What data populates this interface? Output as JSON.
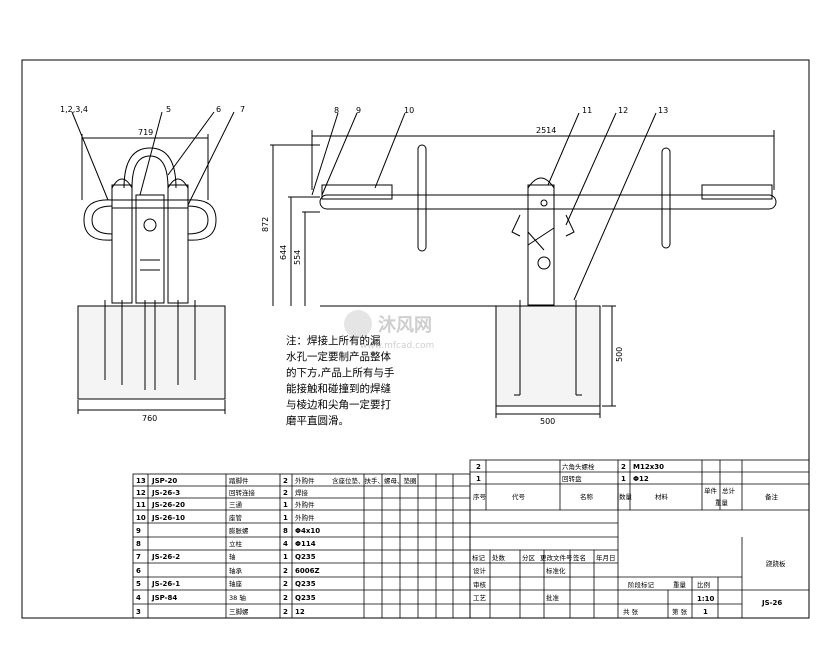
{
  "dimensions": {
    "front_width_top": "719",
    "front_base_width": "760",
    "side_total_length": "2514",
    "side_height": "872",
    "side_seat_height": "644",
    "side_handle_height": "554",
    "side_base_height": "500",
    "side_base_width": "500"
  },
  "callouts": [
    "1,2,3,4",
    "5",
    "6",
    "7",
    "8",
    "9",
    "10",
    "11",
    "12",
    "13"
  ],
  "note": {
    "lines": [
      "注：焊接上所有的漏",
      "水孔一定要制产品整体",
      "的下方,产品上所有与手",
      "能接触和碰撞到的焊缝",
      "与棱边和尖角一定要打",
      "磨平直圆滑。"
    ]
  },
  "watermark": {
    "name": "沐风网",
    "url": "www.mfcad.com"
  },
  "parts_rows": [
    {
      "no": "13",
      "code": "JSP-20",
      "name": "踏脚件",
      "qty": "2",
      "material": "外购件",
      "remark": "含座位垫、扶手、螺母、垫圈"
    },
    {
      "no": "12",
      "code": "JS-26-3",
      "name": "回转连接",
      "qty": "2",
      "material": "焊接",
      "remark": ""
    },
    {
      "no": "11",
      "code": "JS-26-20",
      "name": "三通",
      "qty": "1",
      "material": "外购件",
      "remark": ""
    },
    {
      "no": "10",
      "code": "JS-26-10",
      "name": "座管",
      "qty": "1",
      "material": "外购件",
      "remark": ""
    },
    {
      "no": "9",
      "code": "",
      "name": "膨胀螺",
      "qty": "8",
      "material": "Φ4x10",
      "remark": ""
    },
    {
      "no": "8",
      "code": "",
      "name": "立柱",
      "qty": "4",
      "material": "Φ114",
      "remark": ""
    },
    {
      "no": "7",
      "code": "JS-26-2",
      "name": "轴",
      "qty": "1",
      "material": "Q235",
      "remark": ""
    },
    {
      "no": "6",
      "code": "",
      "name": "轴承",
      "qty": "2",
      "material": "6006Z",
      "remark": ""
    },
    {
      "no": "5",
      "code": "JS-26-1",
      "name": "轴座",
      "qty": "2",
      "material": "Q235",
      "remark": ""
    },
    {
      "no": "4",
      "code": "JSP-84",
      "name": "38 轴",
      "qty": "2",
      "material": "Q235",
      "remark": ""
    },
    {
      "no": "3",
      "code": "",
      "name": "三脚螺",
      "qty": "2",
      "material": "12",
      "remark": ""
    }
  ],
  "parts_upper": [
    {
      "no": "2",
      "name": "六角头螺栓",
      "qty": "2",
      "spec": "M12x30"
    },
    {
      "no": "1",
      "name": "回转盘",
      "qty": "1",
      "spec": "Φ12"
    }
  ],
  "header_labels": {
    "seq": "序号",
    "code": "代号",
    "name": "名称",
    "qty": "数量",
    "material": "材料",
    "unit_weight": "单件",
    "total_weight": "总计",
    "weight": "重量",
    "remark": "备注"
  },
  "signoff": {
    "mark": "标记",
    "count": "处数",
    "zone": "分区",
    "change_no": "更改文件号",
    "sign": "签名",
    "date": "年月日",
    "design": "设计",
    "standard": "标准化",
    "check": "审核",
    "process": "工艺",
    "approve": "批准"
  },
  "title_block": {
    "stage_mark": "阶段标记",
    "weight": "重量",
    "scale_label": "比例",
    "scale": "1:10",
    "drawing_name": "跷跷板",
    "drawing_no": "JS-26",
    "sheets_total": "共 张",
    "sheet_no": "第 张",
    "sheet_count": "1"
  }
}
